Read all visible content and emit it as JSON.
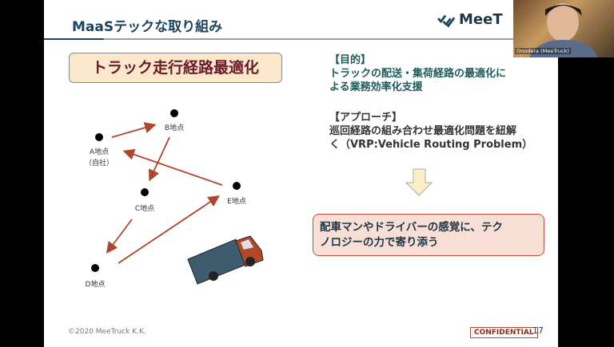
{
  "slide": {
    "title": "MaaSテックな取り組み",
    "logo_text": "MeeT",
    "heading": "トラック走行経路最適化",
    "goal": {
      "label": "【目的】",
      "lines": [
        "トラックの配送・集荷経路の最適化に",
        "よる業務効率化支援"
      ]
    },
    "approach": {
      "label": "【アプローチ】",
      "lines": [
        "巡回経路の組み合わせ最適化問題を紐解",
        "く（VRP:Vehicle Routing Problem）"
      ]
    },
    "callout": [
      "配車マンやドライバーの感覚に、テク",
      "ノロジーの力で寄り添う"
    ],
    "points": {
      "a": "A地点",
      "a_sub": "（自社）",
      "b": "B地点",
      "c": "C地点",
      "d": "D地点",
      "e": "E地点"
    },
    "footer": "©2020 MeeTruck K.K.",
    "confidential": "CONFIDENTIAL",
    "page": "17"
  },
  "video": {
    "participant": "Onodera (MeeTruck)"
  },
  "colors": {
    "arrow": "#b0452e",
    "title": "#1d4560",
    "goal": "#1f5a5a"
  }
}
